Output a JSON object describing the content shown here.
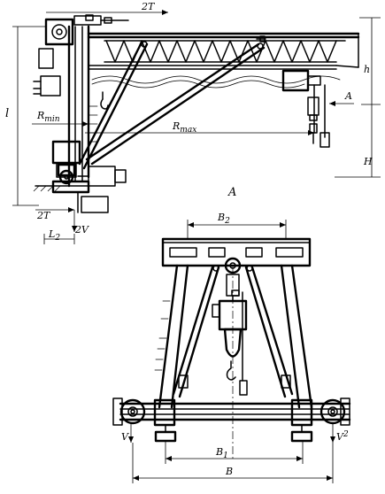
{
  "labels": {
    "force_top": "2T",
    "height_h": "h",
    "arrow_a": "A",
    "span_l": "l",
    "r_min_main": "R",
    "r_min_sub": "min",
    "r_max_main": "R",
    "r_max_sub": "max",
    "height_H": "H",
    "force_bottom": "2T",
    "force_v": "2V",
    "lever_main": "L",
    "lever_sub": "2",
    "view_a": "A",
    "b2_main": "B",
    "b2_sub": "2",
    "v_left": "V",
    "v_right": "V",
    "v_right_sub": "2",
    "b1_main": "B",
    "b1_sub": "1",
    "b_total": "B"
  }
}
